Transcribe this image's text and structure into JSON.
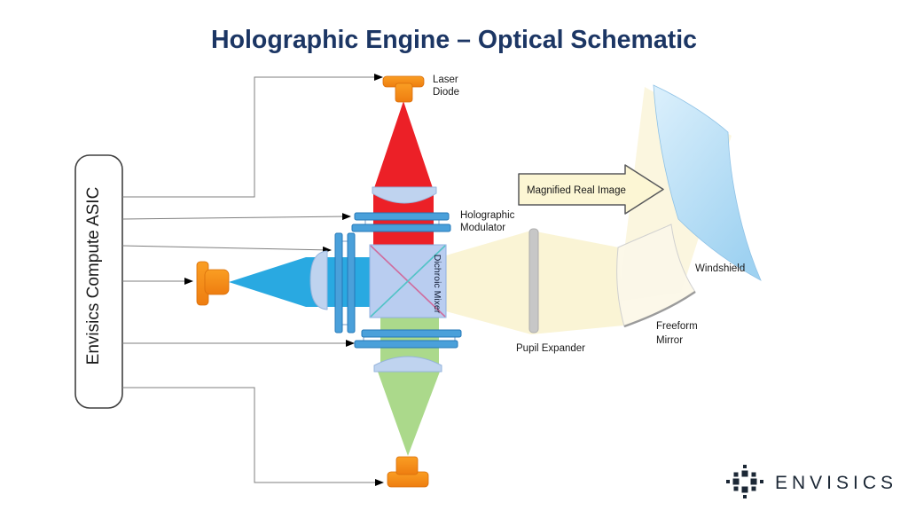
{
  "title": "Holographic Engine – Optical Schematic",
  "colors": {
    "title": "#1C3664",
    "laser_orange": "#F6891F",
    "red_beam": "#EC2027",
    "blue_beam": "#29A9E1",
    "green_beam": "#ABD98B",
    "projection_beam": "#FAF3D3",
    "cube_fill": "#B9CDF0",
    "modulator_bar": "#4AA0DA",
    "lens_fill": "#BFD3EF",
    "windshield_blue": "#B4DDF6",
    "connector_line": "#7F7F7F",
    "logo_ink": "#1B2735"
  },
  "diagram": {
    "asic_label": "Envisics Compute ASIC",
    "labels": {
      "laser_diode_line1": "Laser",
      "laser_diode_line2": "Diode",
      "holographic_modulator_line1": "Holographic",
      "holographic_modulator_line2": "Modulator",
      "dichroic_mixer": "Dichroic Mixer",
      "magnified_real_image": "Magnified Real Image",
      "windshield": "Windshield",
      "freeform_mirror_line1": "Freeform",
      "freeform_mirror_line2": "Mirror",
      "pupil_expander": "Pupil Expander"
    }
  },
  "logo": {
    "wordmark": "ENVISICS"
  }
}
